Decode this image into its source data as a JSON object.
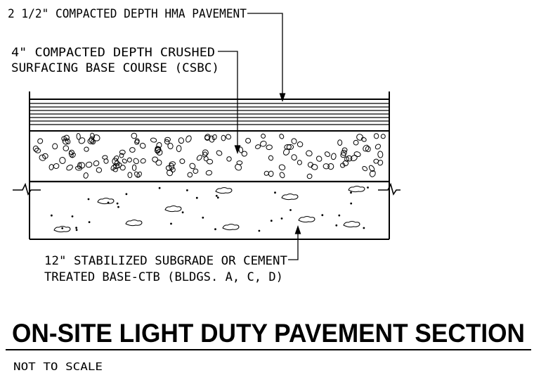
{
  "callouts": {
    "hma": "2 1/2\" COMPACTED DEPTH HMA PAVEMENT",
    "csbc_line1": "4\" COMPACTED DEPTH CRUSHED",
    "csbc_line2": "SURFACING BASE COURSE (CSBC)",
    "subgrade_line1": "12\" STABILIZED SUBGRADE OR CEMENT",
    "subgrade_line2": "TREATED BASE-CTB (BLDGS. A, C, D)"
  },
  "title": "ON-SITE LIGHT DUTY PAVEMENT SECTION",
  "scale_note": "NOT TO SCALE"
}
